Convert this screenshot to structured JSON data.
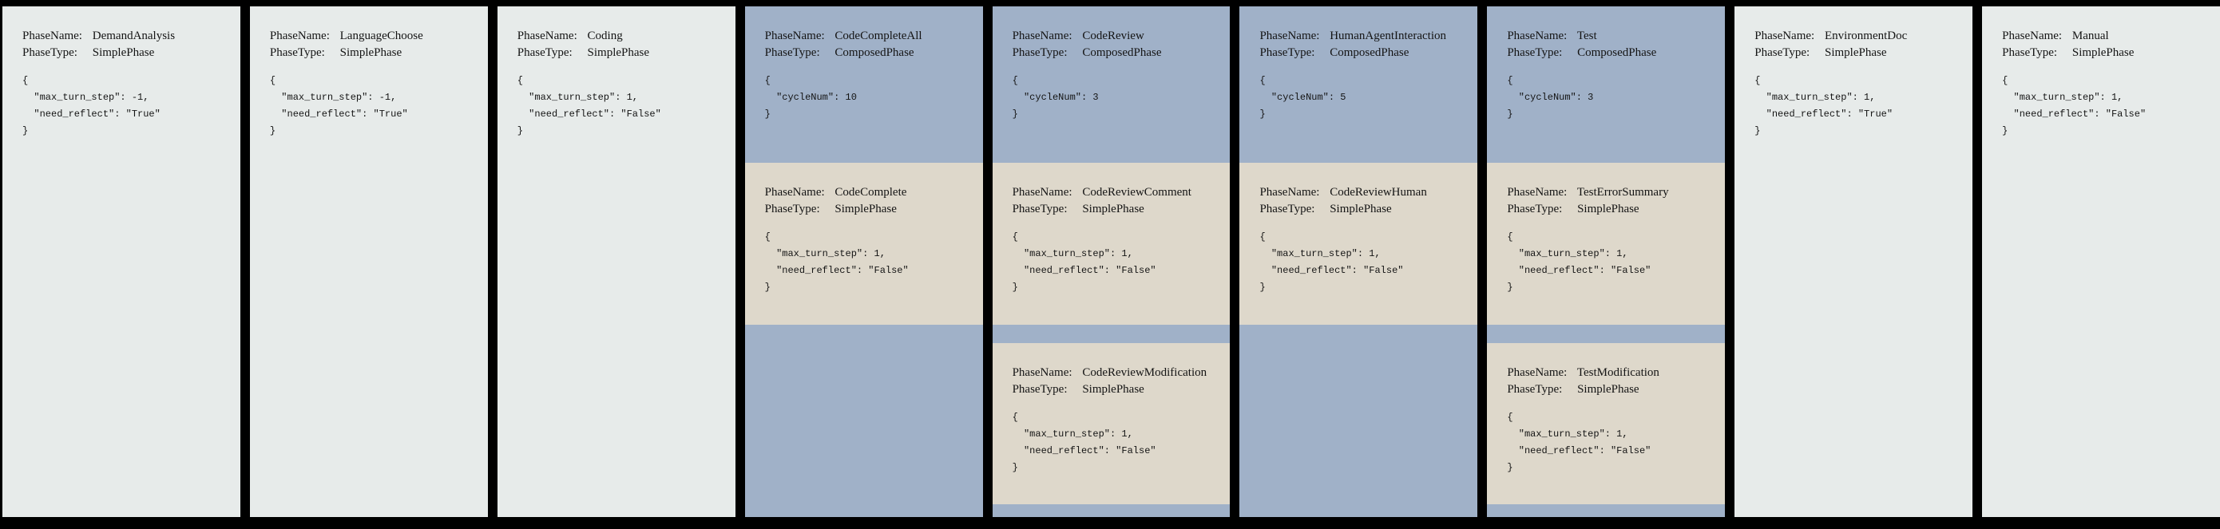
{
  "labels": {
    "phase_name": "PhaseName:",
    "phase_type": "PhaseType:"
  },
  "colors": {
    "background": "#000000",
    "simple_phase_bg": "#e7ebea",
    "composed_phase_bg": "#a0b1c8",
    "nested_phase_bg": "#ded8cb",
    "text": "#141414"
  },
  "phases": [
    {
      "name": "DemandAnalysis",
      "type": "SimplePhase",
      "config": "{\n  \"max_turn_step\": -1,\n  \"need_reflect\": \"True\"\n}"
    },
    {
      "name": "LanguageChoose",
      "type": "SimplePhase",
      "config": "{\n  \"max_turn_step\": -1,\n  \"need_reflect\": \"True\"\n}"
    },
    {
      "name": "Coding",
      "type": "SimplePhase",
      "config": "{\n  \"max_turn_step\": 1,\n  \"need_reflect\": \"False\"\n}"
    },
    {
      "name": "CodeCompleteAll",
      "type": "ComposedPhase",
      "config": "{\n  \"cycleNum\": 10\n}",
      "children": [
        {
          "name": "CodeComplete",
          "type": "SimplePhase",
          "config": "{\n  \"max_turn_step\": 1,\n  \"need_reflect\": \"False\"\n}"
        }
      ]
    },
    {
      "name": "CodeReview",
      "type": "ComposedPhase",
      "config": "{\n  \"cycleNum\": 3\n}",
      "children": [
        {
          "name": "CodeReviewComment",
          "type": "SimplePhase",
          "config": "{\n  \"max_turn_step\": 1,\n  \"need_reflect\": \"False\"\n}"
        },
        {
          "name": "CodeReviewModification",
          "type": "SimplePhase",
          "config": "{\n  \"max_turn_step\": 1,\n  \"need_reflect\": \"False\"\n}"
        }
      ]
    },
    {
      "name": "HumanAgentInteraction",
      "type": "ComposedPhase",
      "config": "{\n  \"cycleNum\": 5\n}",
      "children": [
        {
          "name": "CodeReviewHuman",
          "type": "SimplePhase",
          "config": "{\n  \"max_turn_step\": 1,\n  \"need_reflect\": \"False\"\n}"
        }
      ]
    },
    {
      "name": "Test",
      "type": "ComposedPhase",
      "config": "{\n  \"cycleNum\": 3\n}",
      "children": [
        {
          "name": "TestErrorSummary",
          "type": "SimplePhase",
          "config": "{\n  \"max_turn_step\": 1,\n  \"need_reflect\": \"False\"\n}"
        },
        {
          "name": "TestModification",
          "type": "SimplePhase",
          "config": "{\n  \"max_turn_step\": 1,\n  \"need_reflect\": \"False\"\n}"
        }
      ]
    },
    {
      "name": "EnvironmentDoc",
      "type": "SimplePhase",
      "config": "{\n  \"max_turn_step\": 1,\n  \"need_reflect\": \"True\"\n}"
    },
    {
      "name": "Manual",
      "type": "SimplePhase",
      "config": "{\n  \"max_turn_step\": 1,\n  \"need_reflect\": \"False\"\n}"
    }
  ]
}
